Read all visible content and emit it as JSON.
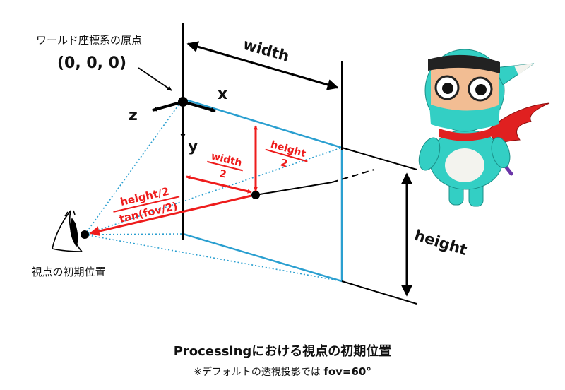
{
  "origin": {
    "label": "ワールド座標系の原点",
    "coords": "(0, 0, 0)"
  },
  "axes": {
    "x": "x",
    "y": "y",
    "z": "z"
  },
  "dims": {
    "width": "width",
    "height": "height"
  },
  "half": {
    "width_num": "width",
    "width_den": "2",
    "height_num": "height",
    "height_den": "2",
    "dist_num": "height/2",
    "dist_den": "tan(fov/2)"
  },
  "eye_label": "視点の初期位置",
  "title": "Processingにおける視点の初期位置",
  "note_prefix": "※デフォルトの透視投影では",
  "note_value": "fov=60°",
  "colors": {
    "frame": "#2a9fd0",
    "arrow": "#ee1c1c",
    "ink": "#000000",
    "mascot_body": "#33cfc4",
    "scarf": "#e02020"
  }
}
